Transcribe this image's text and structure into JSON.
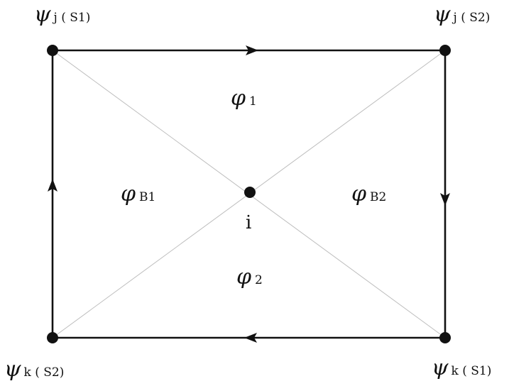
{
  "nodes": {
    "top_left": {
      "symbol": "ψ",
      "subscript": "j ( S1)"
    },
    "top_right": {
      "symbol": "ψ",
      "subscript": "j ( S2)"
    },
    "bottom_left": {
      "symbol": "ψ",
      "subscript": "k ( S2)"
    },
    "bottom_right": {
      "symbol": "ψ",
      "subscript": "k ( S1)"
    },
    "center": {
      "label": "i"
    }
  },
  "regions": {
    "top": {
      "symbol": "φ",
      "subscript": "1"
    },
    "left": {
      "symbol": "φ",
      "subscript": "B1"
    },
    "right": {
      "symbol": "φ",
      "subscript": "B2"
    },
    "bottom": {
      "symbol": "φ",
      "subscript": "2"
    }
  },
  "colors": {
    "edge": "#111111",
    "diagonal": "#bdbdbd"
  }
}
